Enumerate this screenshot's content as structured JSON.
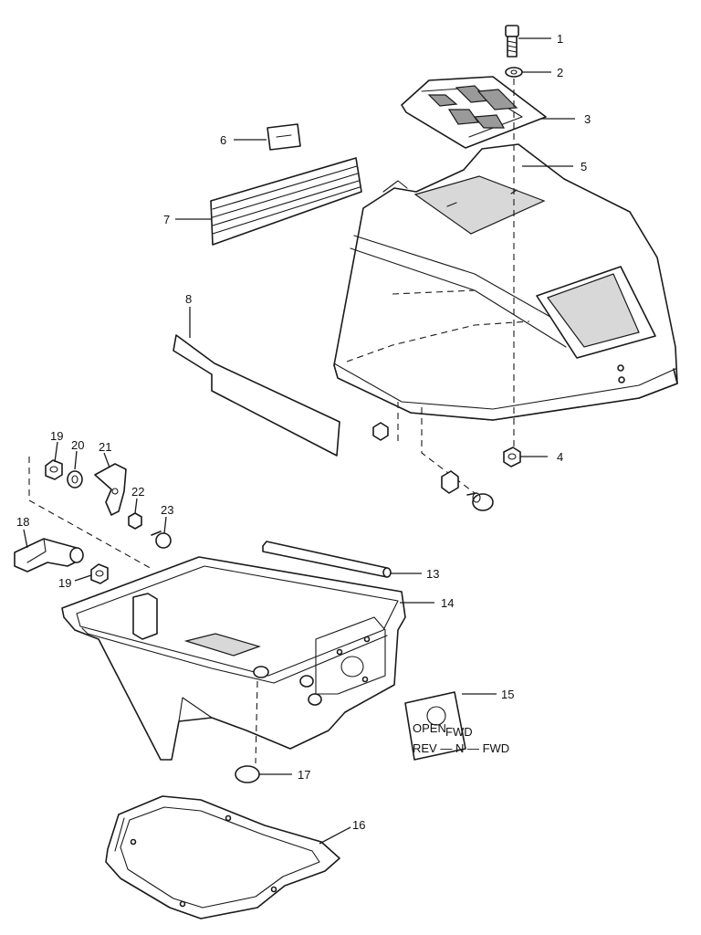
{
  "callouts": [
    {
      "id": "1",
      "label": "1"
    },
    {
      "id": "2",
      "label": "2"
    },
    {
      "id": "3",
      "label": "3"
    },
    {
      "id": "4",
      "label": "4"
    },
    {
      "id": "5",
      "label": "5"
    },
    {
      "id": "6",
      "label": "6"
    },
    {
      "id": "7",
      "label": "7"
    },
    {
      "id": "8",
      "label": "8"
    },
    {
      "id": "13",
      "label": "13"
    },
    {
      "id": "14",
      "label": "14"
    },
    {
      "id": "15",
      "label": "15"
    },
    {
      "id": "16",
      "label": "16"
    },
    {
      "id": "17",
      "label": "17"
    },
    {
      "id": "18",
      "label": "18"
    },
    {
      "id": "19a",
      "label": "19"
    },
    {
      "id": "19b",
      "label": "19"
    },
    {
      "id": "20",
      "label": "20"
    },
    {
      "id": "21",
      "label": "21"
    },
    {
      "id": "22",
      "label": "22"
    },
    {
      "id": "23",
      "label": "23"
    }
  ],
  "plate_marks": {
    "left": "OPEN",
    "right": "FWD",
    "bottom": "REV — N — FWD"
  }
}
